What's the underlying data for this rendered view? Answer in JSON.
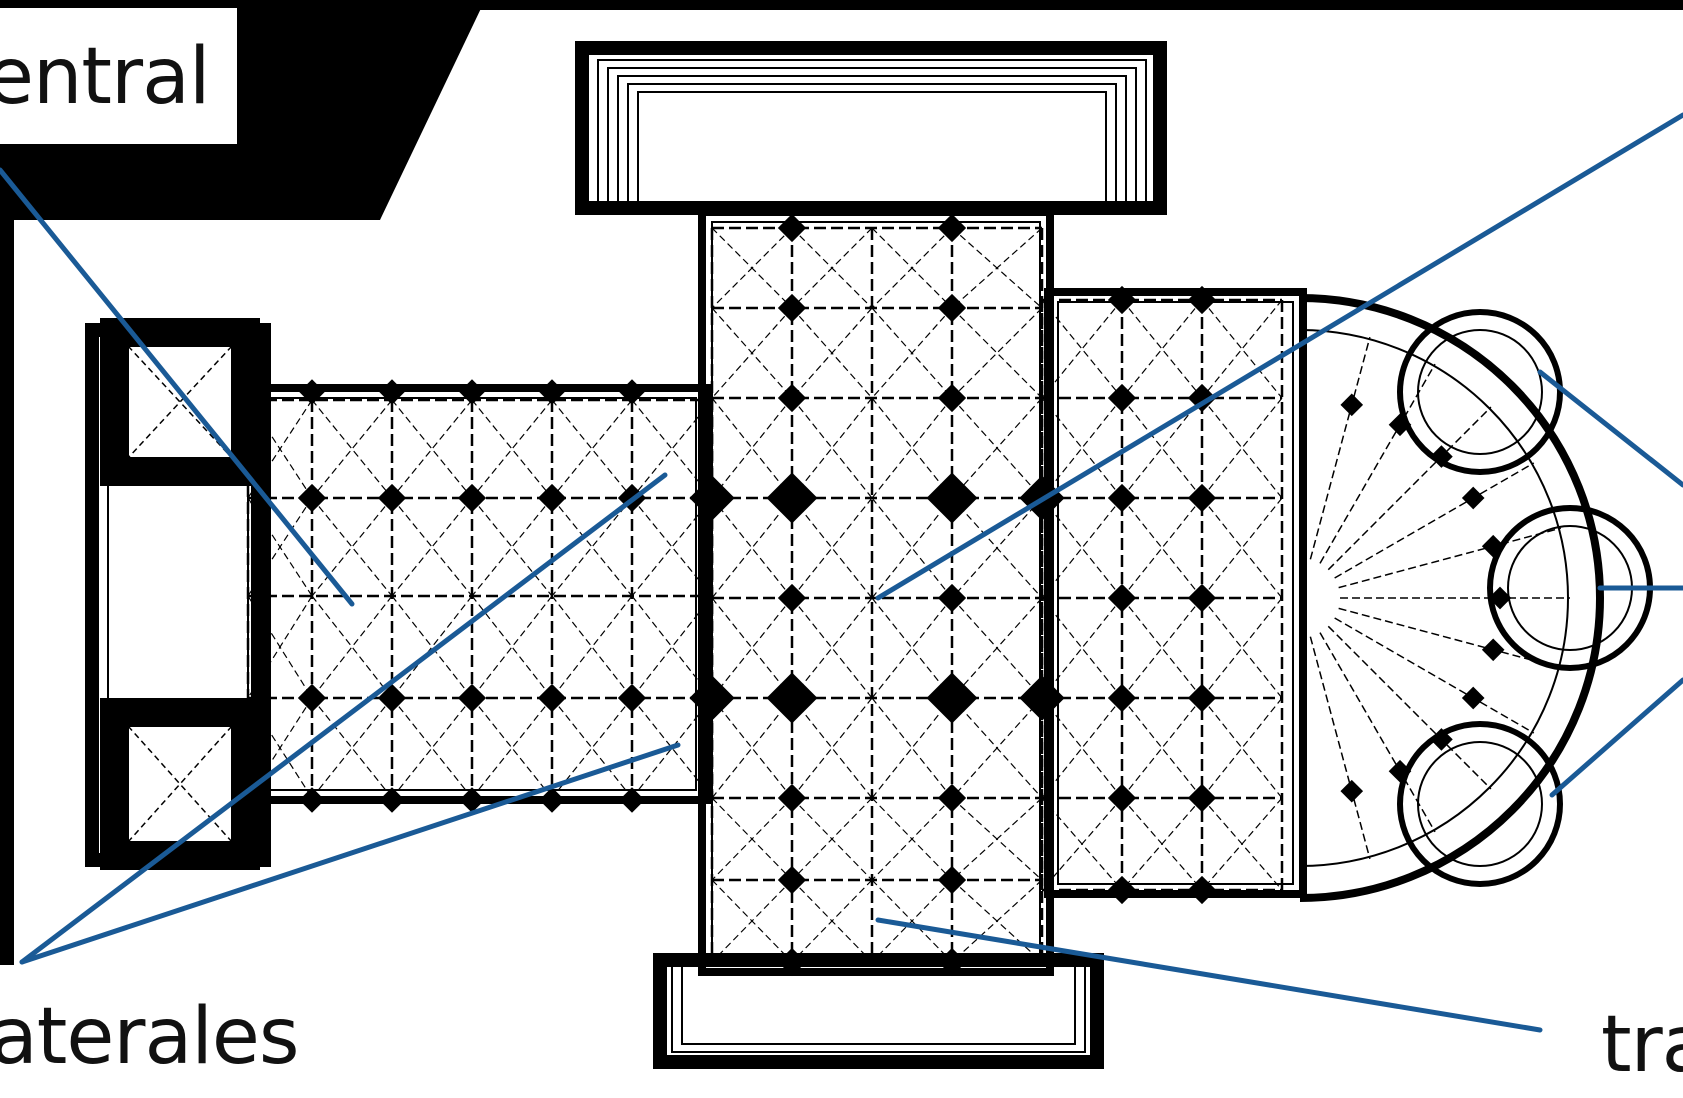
{
  "labels": {
    "central": "entral",
    "laterales": "aterales",
    "crucero": "tra"
  },
  "colors": {
    "leader": "#1a5a96",
    "ink": "#111111",
    "paper": "#ffffff"
  }
}
